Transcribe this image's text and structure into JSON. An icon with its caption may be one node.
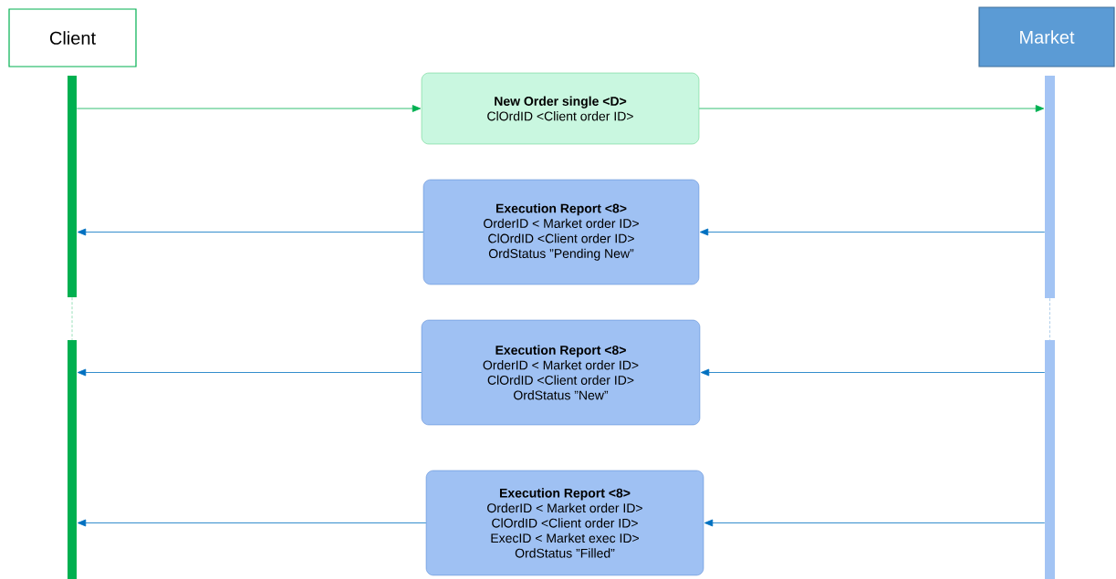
{
  "diagram": {
    "nodes": [
      {
        "text": [
          "Client"
        ]
      },
      {
        "text": [
          "Market"
        ]
      },
      {
        "text": [],
        "shape": "bar"
      },
      {
        "text": [],
        "shape": "bar"
      },
      {
        "text": [],
        "shape": "bar"
      },
      {
        "text": [],
        "shape": "bar"
      },
      {
        "text": [
          "New Order single <D>",
          "ClOrdID <Client order ID>"
        ]
      },
      {
        "text": [
          "Execution Report <8>",
          "OrderID < Market order ID>",
          "ClOrdID <Client order ID>",
          "OrdStatus ”Pending New”"
        ]
      },
      {
        "text": [
          "Execution Report <8>",
          "OrderID < Market order ID>",
          "ClOrdID <Client order ID>",
          "OrdStatus ”New”"
        ]
      },
      {
        "text": [
          "Execution Report <8>",
          "OrderID < Market order ID>",
          "ClOrdID <Client order ID>",
          "ExecID < Market exec ID>",
          "OrdStatus ”Filled”"
        ]
      }
    ],
    "edges": [
      {
        "from": 2,
        "to": 6,
        "arrow": "to",
        "color": "#00b050"
      },
      {
        "from": 6,
        "to": 4,
        "arrow": "to",
        "color": "#00b050"
      },
      {
        "from": 4,
        "to": 7,
        "arrow": "to"
      },
      {
        "from": 7,
        "to": 2,
        "arrow": "to"
      },
      {
        "from": 5,
        "to": 8,
        "arrow": "to"
      },
      {
        "from": 8,
        "to": 3,
        "arrow": "to"
      },
      {
        "from": 5,
        "to": 9,
        "arrow": "to"
      },
      {
        "from": 9,
        "to": 3,
        "arrow": "to"
      },
      {
        "from": 2,
        "to": 3,
        "arrow": "none",
        "style": "dashed",
        "color": "#80d8a8"
      },
      {
        "from": 4,
        "to": 5,
        "arrow": "none",
        "style": "dashed",
        "color": "#9dc3e6"
      }
    ]
  }
}
